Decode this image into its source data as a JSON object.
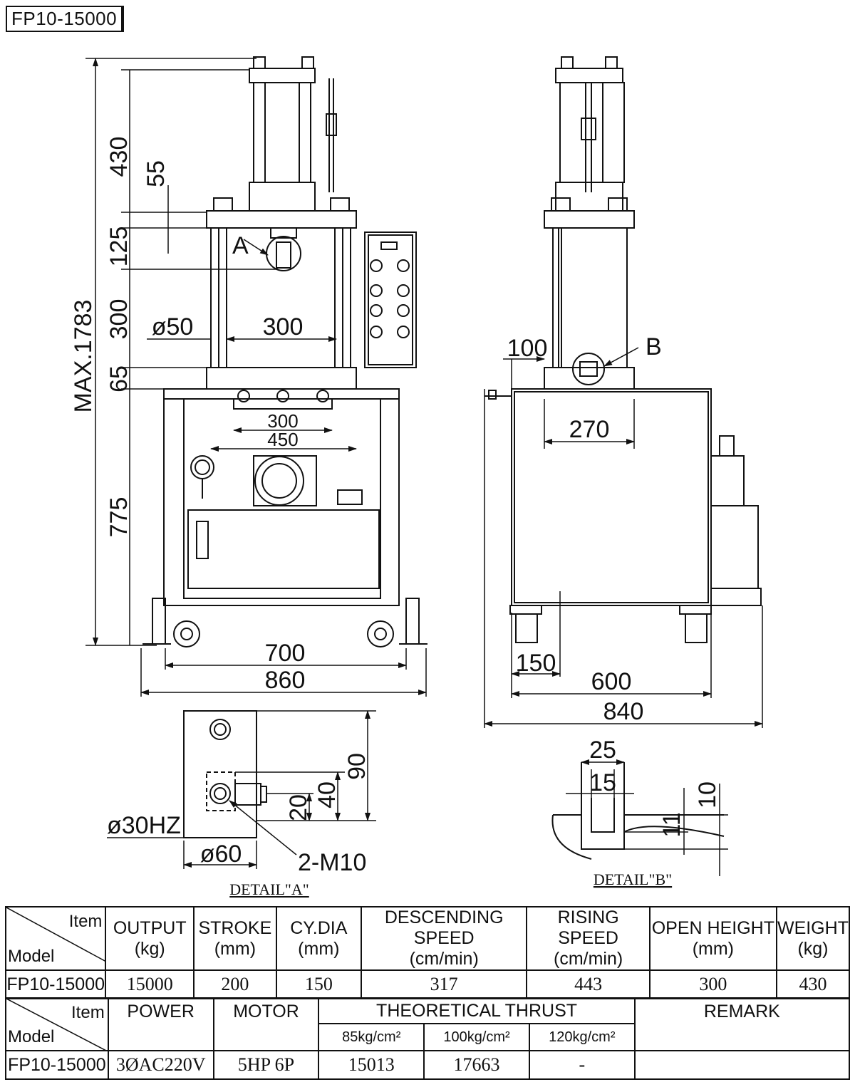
{
  "title": "FP10-15000",
  "front": {
    "label_a": "A",
    "dims": {
      "max_height": "MAX.1783",
      "d430": "430",
      "d55": "55",
      "d125": "125",
      "d300v": "300",
      "d65": "65",
      "d775": "775",
      "phi50": "ø50",
      "d300h": "300",
      "d300t": "300",
      "d450": "450",
      "d700": "700",
      "d860": "860"
    }
  },
  "side": {
    "label_b": "B",
    "dims": {
      "d100": "100",
      "d270": "270",
      "d150": "150",
      "d600": "600",
      "d840": "840"
    }
  },
  "detail_a": {
    "caption": "DETAIL\"A\"",
    "dims": {
      "d90": "90",
      "d40": "40",
      "d20": "20",
      "phi30": "ø30HZ",
      "phi60": "ø60",
      "m10": "2-M10"
    }
  },
  "detail_b": {
    "caption": "DETAIL\"B\"",
    "dims": {
      "d25": "25",
      "d15": "15",
      "d10": "10",
      "d11": "11"
    }
  },
  "table1": {
    "corner_item": "Item",
    "corner_model": "Model",
    "headers": [
      {
        "top": "OUTPUT",
        "unit": "(kg)"
      },
      {
        "top": "STROKE",
        "unit": "(mm)"
      },
      {
        "top": "CY.DIA",
        "unit": "(mm)"
      },
      {
        "top": "DESCENDING SPEED",
        "unit": "(cm/min)"
      },
      {
        "top": "RISING SPEED",
        "unit": "(cm/min)"
      },
      {
        "top": "OPEN HEIGHT",
        "unit": "(mm)"
      },
      {
        "top": "WEIGHT",
        "unit": "(kg)"
      }
    ],
    "row": {
      "model": "FP10-15000",
      "values": [
        "15000",
        "200",
        "150",
        "317",
        "443",
        "300",
        "430"
      ]
    }
  },
  "table2": {
    "corner_item": "Item",
    "corner_model": "Model",
    "power": "POWER",
    "motor": "MOTOR",
    "thrust": "THEORETICAL THRUST",
    "remark": "REMARK",
    "sub": [
      "85kg/cm²",
      "100kg/cm²",
      "120kg/cm²"
    ],
    "row": {
      "model": "FP10-15000",
      "power": "3ØAC220V",
      "motor": "5HP 6P",
      "t85": "15013",
      "t100": "17663",
      "t120": "-",
      "remark": ""
    }
  }
}
